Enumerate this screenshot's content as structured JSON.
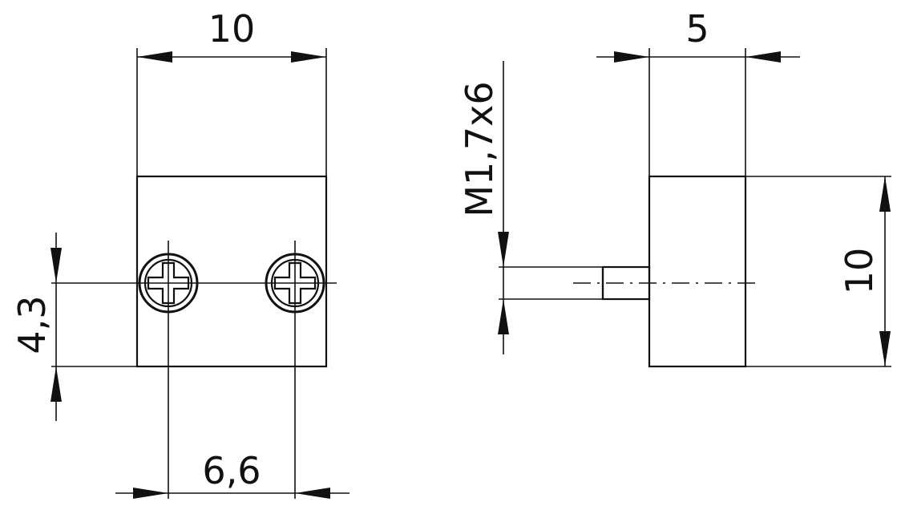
{
  "front_view": {
    "width_dimension": "10",
    "hole_spacing_dimension": "6,6",
    "hole_height_dimension": "4,3"
  },
  "side_view": {
    "depth_dimension": "5",
    "height_dimension": "10",
    "thread_dimension": "M1,7x6"
  },
  "colors": {
    "line": "#111111",
    "background": "#ffffff"
  }
}
